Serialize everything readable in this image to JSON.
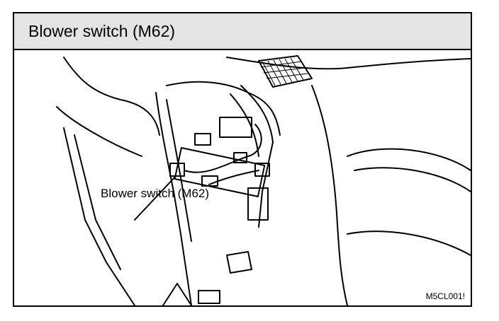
{
  "header": {
    "title": "Blower switch (M62)"
  },
  "diagram": {
    "callout_label": "Blower switch (M62)",
    "figure_code": "M5CL001!"
  }
}
